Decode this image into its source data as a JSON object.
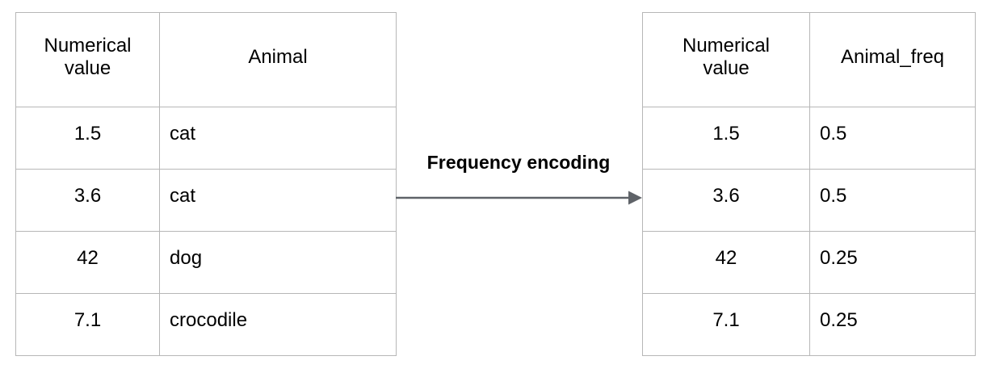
{
  "diagram": {
    "title_text": "Frequency encoding",
    "arrow": {
      "direction": "right",
      "color": "#5f6368",
      "name": "transformation-arrow"
    },
    "colors": {
      "border": "#b7b7b7",
      "text": "#000000",
      "background": "#ffffff",
      "arrow": "#5f6368"
    }
  },
  "source_table": {
    "name": "source-table",
    "headers": [
      "Numerical value",
      "Animal"
    ],
    "header_lines": {
      "col0_line1": "Numerical",
      "col0_line2": "value",
      "col1": "Animal"
    },
    "rows": [
      {
        "numerical_value": "1.5",
        "animal": "cat"
      },
      {
        "numerical_value": "3.6",
        "animal": "cat"
      },
      {
        "numerical_value": "42",
        "animal": "dog"
      },
      {
        "numerical_value": "7.1",
        "animal": "crocodile"
      }
    ]
  },
  "encoded_table": {
    "name": "encoded-table",
    "headers": [
      "Numerical value",
      "Animal_freq"
    ],
    "header_lines": {
      "col0_line1": "Numerical",
      "col0_line2": "value",
      "col1": "Animal_freq"
    },
    "rows": [
      {
        "numerical_value": "1.5",
        "animal_freq": "0.5"
      },
      {
        "numerical_value": "3.6",
        "animal_freq": "0.5"
      },
      {
        "numerical_value": "42",
        "animal_freq": "0.25"
      },
      {
        "numerical_value": "7.1",
        "animal_freq": "0.25"
      }
    ]
  }
}
